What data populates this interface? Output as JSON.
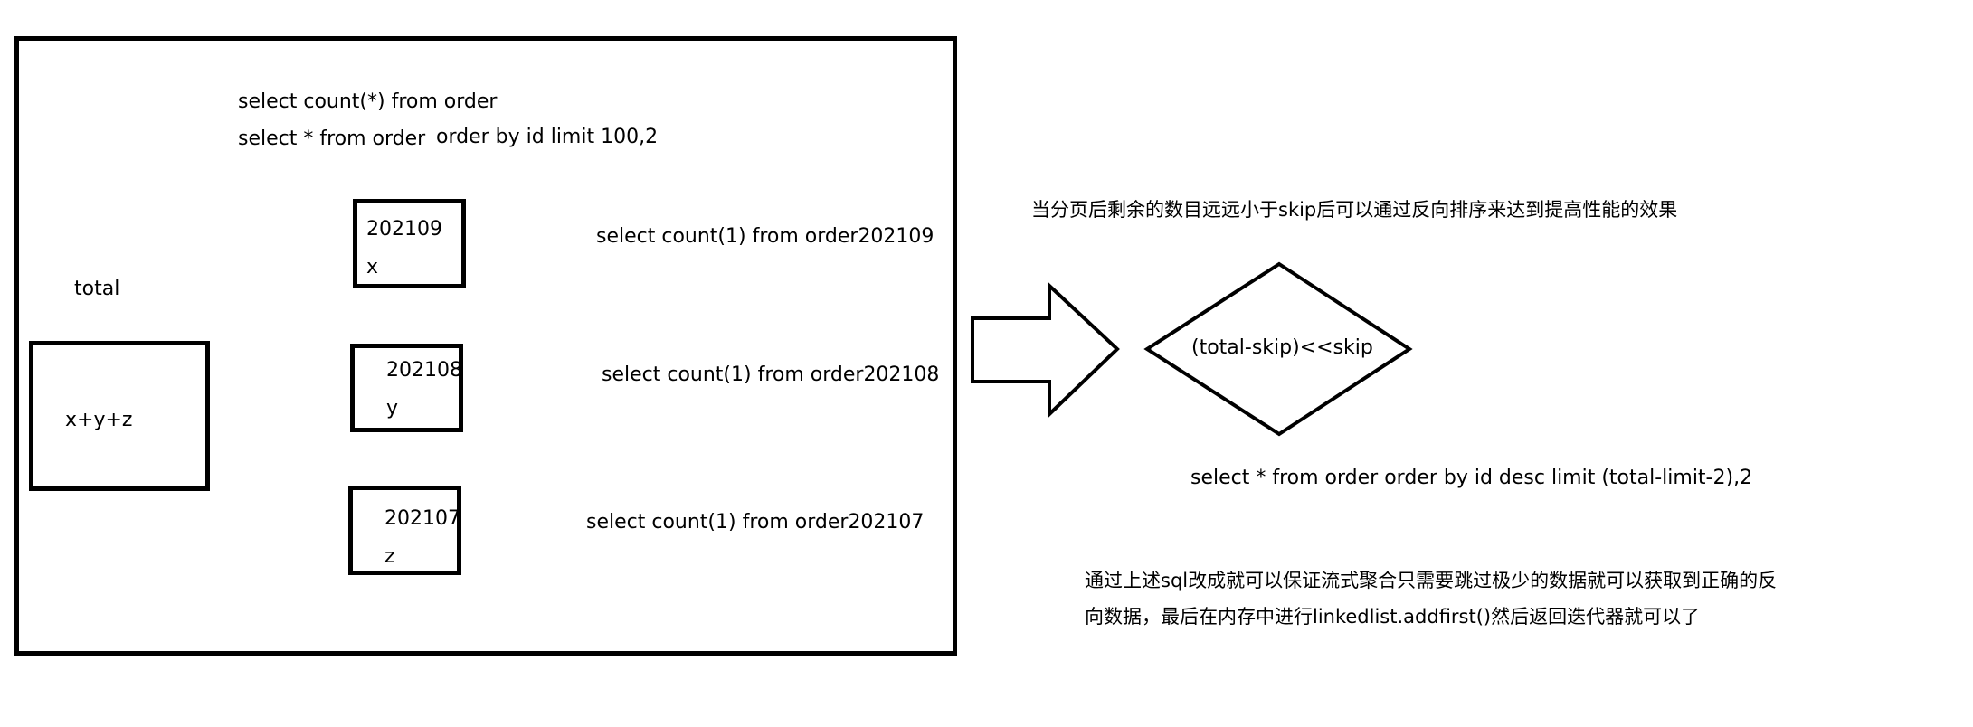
{
  "main_box": {
    "query_count": "select count(*) from order",
    "query_select": "select * from order",
    "query_order": "order by id limit 100,2",
    "total_label": "total",
    "total_box_text": "x+y+z",
    "tables": [
      {
        "id": "202109",
        "var": "x",
        "query": "select  count(1) from order202109"
      },
      {
        "id": "202108",
        "var": "y",
        "query": "select  count(1) from order202108"
      },
      {
        "id": "202107",
        "var": "z",
        "query": "select  count(1) from order202107"
      }
    ]
  },
  "right_side": {
    "note_top": "当分页后剩余的数目远远小于skip后可以通过反向排序来达到提高性能的效果",
    "diamond_text": "(total-skip)<<skip",
    "reverse_query": "select * from order order by id desc limit (total-limit-2),2",
    "note_bottom_line1": "通过上述sql改成就可以保证流式聚合只需要跳过极少的数据就可以获取到正确的反",
    "note_bottom_line2": "向数据，最后在内存中进行linkedlist.addfirst()然后返回迭代器就可以了"
  }
}
